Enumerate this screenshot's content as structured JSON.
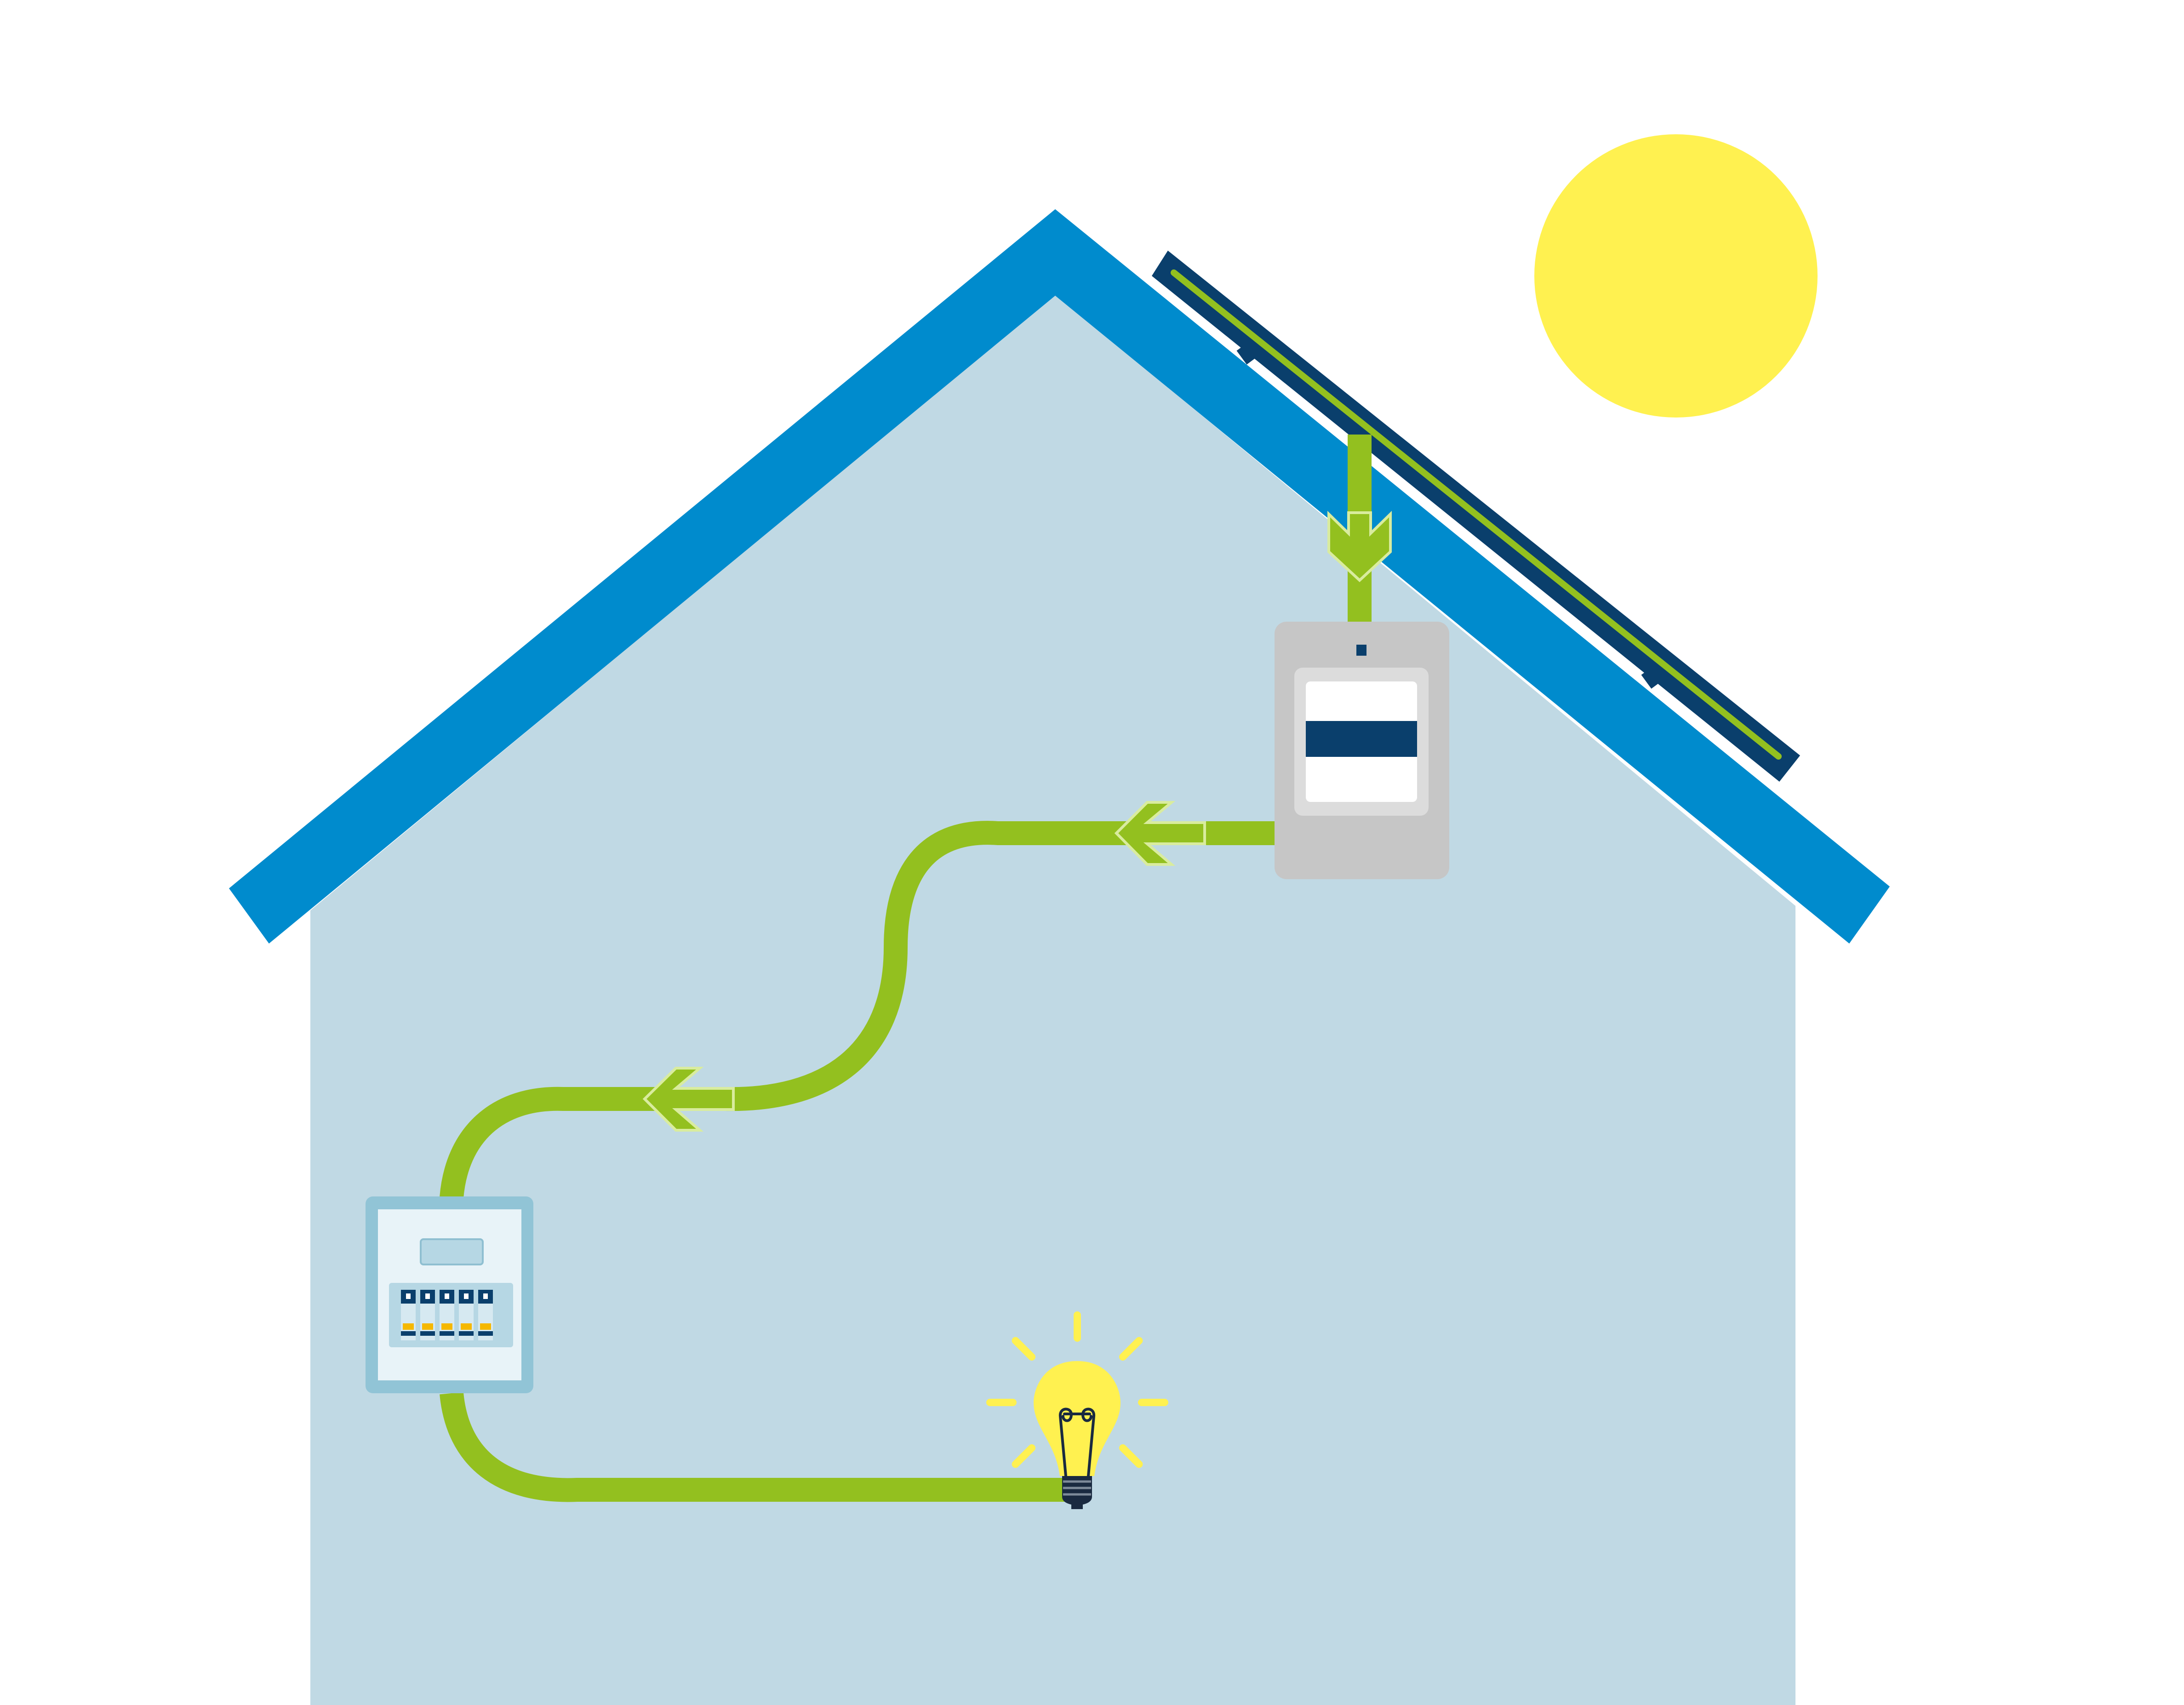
{
  "title": "",
  "colors": {
    "background": "#ffffff",
    "house_wall": "#c0d9e4",
    "roof": "#008bcd",
    "solar_panel_frame": "#0a3f6c",
    "solar_panel_cell": "#93c01f",
    "sun": "#fff150",
    "energy_flow": "#93c01f",
    "inverter_body": "#c6c6c6",
    "inverter_display": "#0a3f6c",
    "panel_board_frame": "#91c4d6",
    "panel_board_face": "#e8f3f8",
    "breaker": "#0a3f6c",
    "breaker_indicator": "#f5b800",
    "bulb": "#fff150",
    "bulb_base": "#1a2a40"
  },
  "components": [
    {
      "id": "sun",
      "icon": "sun-icon"
    },
    {
      "id": "solar-panel",
      "icon": "solar-panel-icon"
    },
    {
      "id": "inverter",
      "icon": "inverter-icon"
    },
    {
      "id": "distribution-board",
      "icon": "fuse-box-icon",
      "breakers": 5
    },
    {
      "id": "light-bulb",
      "icon": "light-bulb-icon"
    }
  ],
  "flow": [
    "solar-panel",
    "inverter",
    "distribution-board",
    "light-bulb"
  ]
}
